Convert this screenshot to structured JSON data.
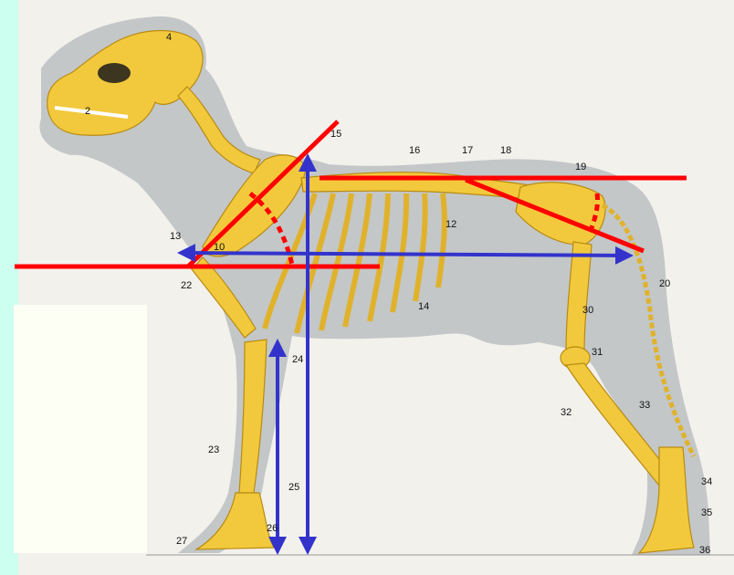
{
  "colors": {
    "background": "#ccfff0",
    "paper": "#f3f1ec",
    "silhouette": "#c3c7c8",
    "bone": "#f2c93c",
    "bone_dark": "#b88a12",
    "angle_lines": "#ff0000",
    "arrows": "#3333cc"
  },
  "labels": [
    {
      "id": "skull-label",
      "text": "4"
    },
    {
      "id": "jaw-label",
      "text": "2"
    },
    {
      "id": "vertebra-label-15",
      "text": "15"
    },
    {
      "id": "vertebra-label-16",
      "text": "16"
    },
    {
      "id": "vertebra-label-17",
      "text": "17"
    },
    {
      "id": "vertebra-label-18",
      "text": "18"
    },
    {
      "id": "vertebra-label-19",
      "text": "19"
    },
    {
      "id": "rib-label-12",
      "text": "12"
    },
    {
      "id": "shoulder-label-13",
      "text": "13"
    },
    {
      "id": "shoulder-label-10",
      "text": "10"
    },
    {
      "id": "tail-label-20",
      "text": "20"
    },
    {
      "id": "elbow-label-22",
      "text": "22"
    },
    {
      "id": "rib-label-14",
      "text": "14"
    },
    {
      "id": "femur-label-30",
      "text": "30"
    },
    {
      "id": "knee-label-31",
      "text": "31"
    },
    {
      "id": "tibia-label-32",
      "text": "32"
    },
    {
      "id": "fibula-label-33",
      "text": "33"
    },
    {
      "id": "forearm-label-24",
      "text": "24"
    },
    {
      "id": "forearm-label-23",
      "text": "23"
    },
    {
      "id": "carpus-label-25",
      "text": "25"
    },
    {
      "id": "forepaw-label-26",
      "text": "26"
    },
    {
      "id": "forepaw-label-27",
      "text": "27"
    },
    {
      "id": "hock-label-34",
      "text": "34"
    },
    {
      "id": "metatarsus-label-35",
      "text": "35"
    },
    {
      "id": "hindpaw-label-36",
      "text": "36"
    }
  ]
}
